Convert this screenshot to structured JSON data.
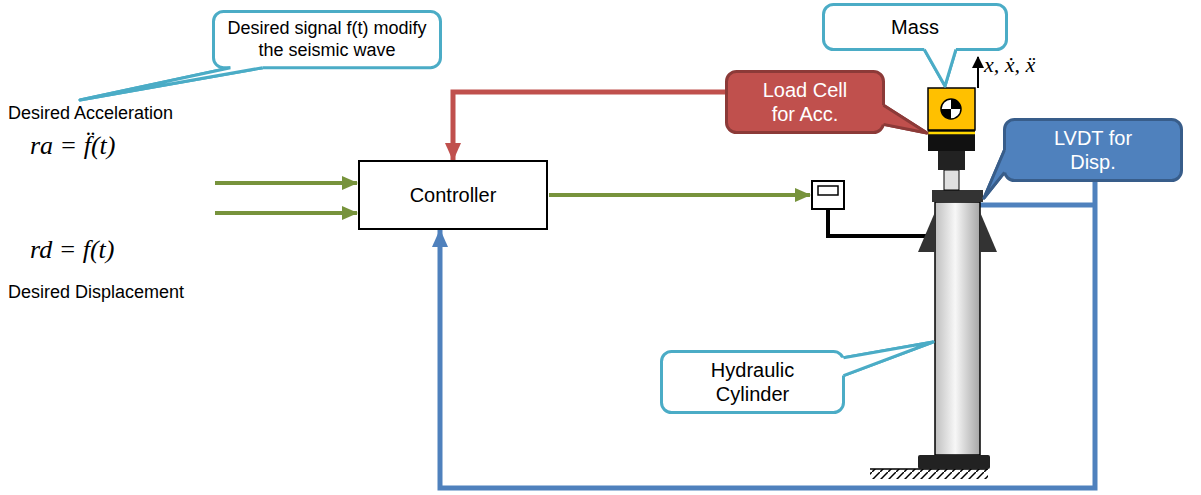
{
  "diagram": {
    "nodes": [
      {
        "text": [
          "Mass"
        ]
      },
      {
        "text": [
          "Desired signal f(t) modify the seismic wave"
        ]
      },
      {
        "text": [
          "Load Cell for Acc."
        ]
      },
      {
        "text": [
          "LVDT for Disp."
        ]
      },
      {
        "text": [
          "Controller"
        ]
      },
      {
        "text": [
          "Hydraulic Cylinder"
        ]
      }
    ],
    "edges": [
      {
        "from": 2,
        "to": 4,
        "arrow": "to"
      },
      {
        "from": 3,
        "to": 4,
        "arrow": "to"
      }
    ],
    "labels": [
      "x, ẋ, ẍ",
      "Desired Acceleration",
      "ra = f̈(t)",
      "rd = f(t)",
      "Desired Displacement"
    ]
  }
}
